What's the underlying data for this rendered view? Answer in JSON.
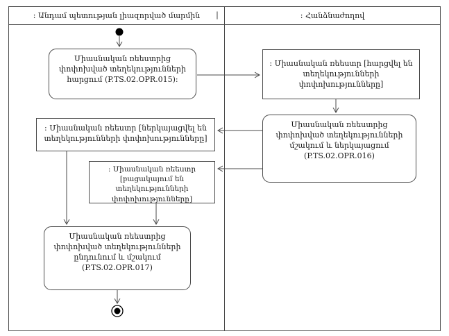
{
  "diagram": {
    "type": "uml-activity-swimlane",
    "lanes": [
      {
        "title": ": Անդամ պետության լիազորված մարմին"
      },
      {
        "title": ": Հանձնաժողով"
      }
    ],
    "icons": {
      "header_tick": "|",
      "initial_node": "filled-circle",
      "final_node": "bullseye-circle"
    },
    "nodes": {
      "activity_opr015": {
        "shape": "rounded",
        "lane": 0,
        "text": "Միասնական ռեեստրից փոփոխված տեղեկությունների հարցում (P.TS.02.OPR.015):"
      },
      "object_requested": {
        "shape": "rect",
        "lane": 1,
        "text": ": Միասնական ռեեստր [հարցվել են տեղեկությունների փոփոխությունները]"
      },
      "activity_opr016": {
        "shape": "rounded",
        "lane": 1,
        "text": "Միասնական ռեեստրից փոփոխված տեղեկությունների մշակում և ներկայացում (P.TS.02.OPR.016)"
      },
      "object_submitted": {
        "shape": "rect",
        "lane": 0,
        "text": ": Միասնական ռեեստր [ներկայացվել են տեղեկությունների փոփոխությունները]"
      },
      "object_absent": {
        "shape": "rect",
        "lane": 0,
        "text": ": Միասնական ռեեստր [բացակայում են տեղեկությունների փոփոխությունները]"
      },
      "activity_opr017": {
        "shape": "rounded",
        "lane": 0,
        "text": "Միասնական ռեեստրից փոփոխված տեղեկությունների ընդունում և մշակում (P.TS.02.OPR.017)"
      }
    },
    "colors": {
      "line": "#4a4a4a",
      "text": "#1c1c1c",
      "background": "#ffffff",
      "node_fill": "#000000"
    }
  }
}
